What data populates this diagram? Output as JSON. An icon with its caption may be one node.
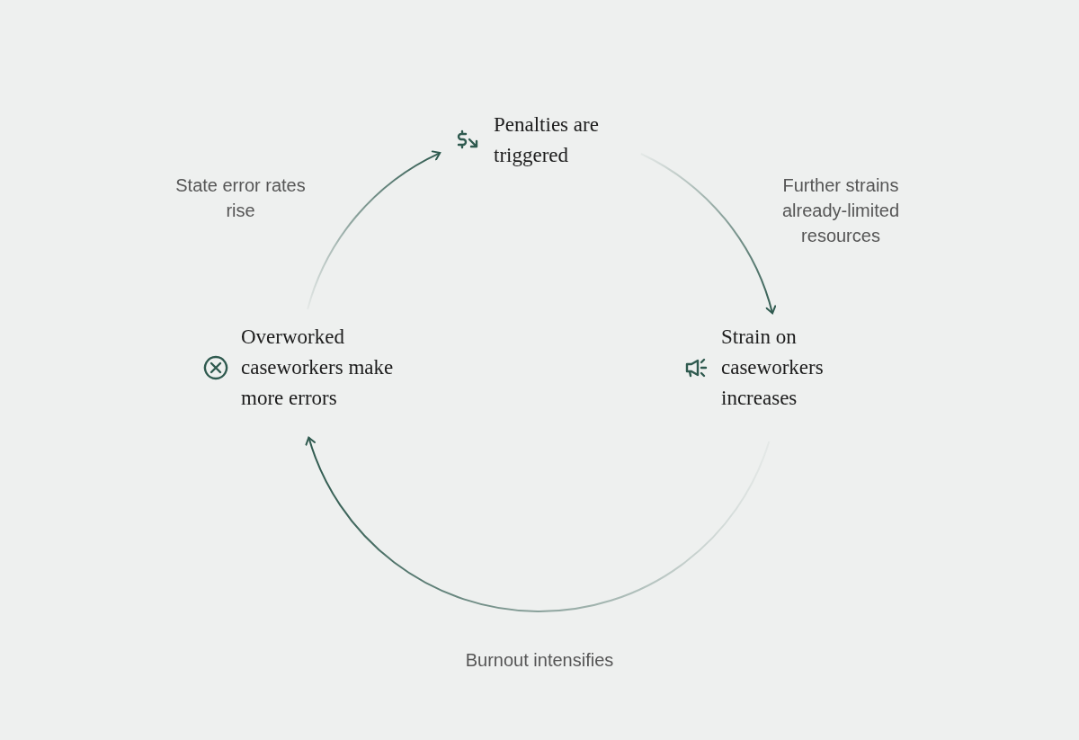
{
  "diagram": {
    "nodes": [
      {
        "text": [
          "Penalties are triggered"
        ]
      },
      {
        "text": [
          "Strain on caseworkers increases"
        ]
      },
      {
        "text": [
          "Overworked caseworkers make more errors"
        ]
      }
    ],
    "edges": [
      {
        "from": 2,
        "to": 0,
        "arrow": "to",
        "label": "State error rates rise"
      },
      {
        "from": 0,
        "to": 1,
        "arrow": "to",
        "label": "Further strains already-limited resources"
      },
      {
        "from": 1,
        "to": 2,
        "arrow": "to",
        "label": "Burnout intensifies"
      }
    ]
  }
}
